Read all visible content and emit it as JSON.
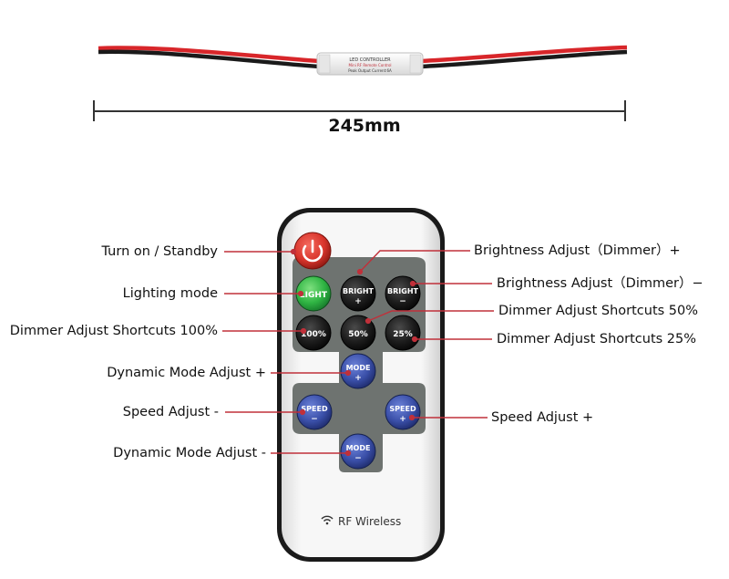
{
  "product": {
    "length_label": "245mm",
    "controller_text": [
      "LED CONTROLLER",
      "Mini RF Remote Control",
      "Peak Output Current:6A"
    ],
    "remote_brand": "RF Wireless"
  },
  "buttons": {
    "light": "LIGHT",
    "bright": "BRIGHT",
    "plus": "+",
    "minus": "−",
    "p100": "100%",
    "p50": "50%",
    "p25": "25%",
    "mode": "MODE",
    "speed": "SPEED"
  },
  "callouts": {
    "power": "Turn on / Standby",
    "lighting_mode": "Lighting mode",
    "dim100": "Dimmer Adjust Shortcuts 100%",
    "mode_plus": "Dynamic Mode Adjust +",
    "speed_minus": "Speed Adjust -",
    "mode_minus": "Dynamic Mode Adjust -",
    "bright_plus": "Brightness Adjust（Dimmer）+",
    "bright_minus": "Brightness Adjust（Dimmer）−",
    "dim50": "Dimmer Adjust Shortcuts 50%",
    "dim25": "Dimmer Adjust Shortcuts 25%",
    "speed_plus": "Speed Adjust +"
  },
  "colors": {
    "wire_red": "#d8262a",
    "wire_black": "#1a1a1a",
    "power_red": "#d9352c",
    "light_green": "#2fb443",
    "blue_button": "#3a4fa8",
    "black_button": "#1c1c1c",
    "panel_gray": "#6e7370",
    "callout_line": "#c0303a"
  }
}
